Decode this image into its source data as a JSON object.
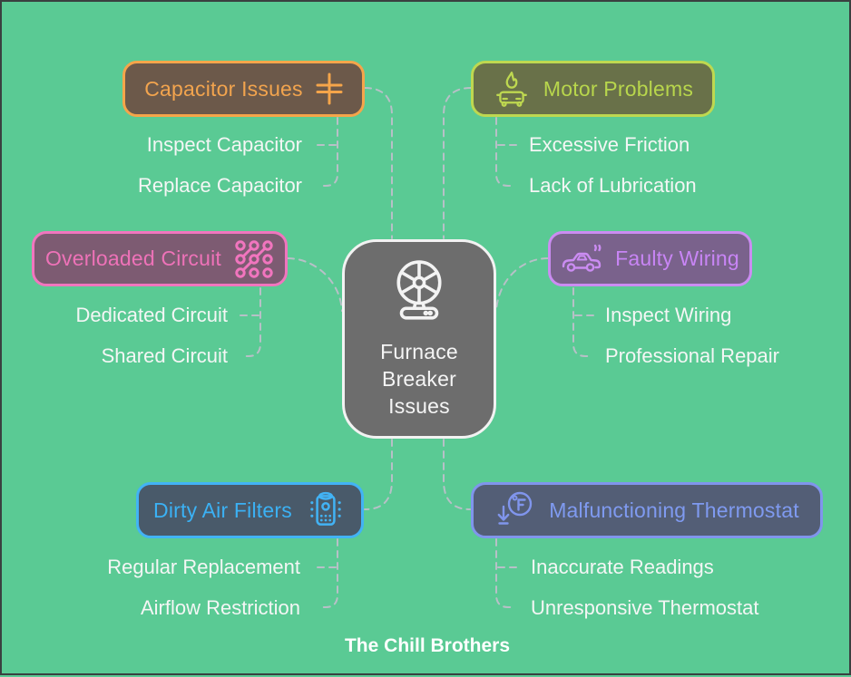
{
  "title": "Furnace Breaker Issues",
  "center": {
    "label": "Furnace Breaker Issues",
    "icon": "fan-icon",
    "fill": "#6D6D6D",
    "border": "#F2F2F2"
  },
  "branches": [
    {
      "id": "capacitor-issues",
      "label": "Capacitor Issues",
      "icon": "capacitor-icon",
      "accent": "#F5A54A",
      "fill": "#6C594A",
      "children": [
        "Inspect Capacitor",
        "Replace Capacitor"
      ]
    },
    {
      "id": "motor-problems",
      "label": "Motor Problems",
      "icon": "car-fire-icon",
      "accent": "#BED850",
      "fill": "#697149",
      "children": [
        "Excessive Friction",
        "Lack of Lubrication"
      ]
    },
    {
      "id": "overloaded-circuit",
      "label": "Overloaded Circuit",
      "icon": "circuit-dots-icon",
      "accent": "#F175BE",
      "fill": "#7D5B72",
      "children": [
        "Dedicated Circuit",
        "Shared Circuit"
      ]
    },
    {
      "id": "faulty-wiring",
      "label": "Faulty Wiring",
      "icon": "car-smoke-icon",
      "accent": "#CB8CF2",
      "fill": "#7A628C",
      "children": [
        "Inspect Wiring",
        "Professional Repair"
      ]
    },
    {
      "id": "dirty-air-filters",
      "label": "Dirty Air Filters",
      "icon": "air-purifier-icon",
      "accent": "#42B3F5",
      "fill": "#495A6A",
      "children": [
        "Regular Replacement",
        "Airflow Restriction"
      ]
    },
    {
      "id": "malfunctioning-thermostat",
      "label": "Malfunctioning Thermostat",
      "icon": "temperature-down-icon",
      "accent": "#8095EC",
      "fill": "#535E76",
      "children": [
        "Inaccurate Readings",
        "Unresponsive Thermostat"
      ]
    }
  ],
  "footer": "The Chill Brothers",
  "colors": {
    "background": "#5ACA94",
    "connector": "#B7C0C7",
    "child_text": "#F4F6F5",
    "page_border": "#3A4040"
  }
}
